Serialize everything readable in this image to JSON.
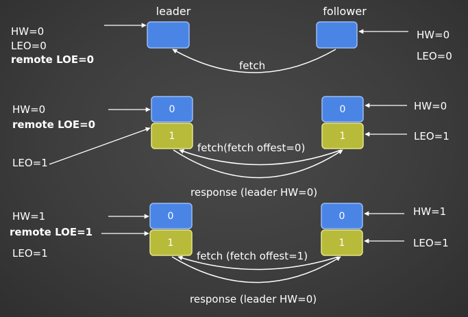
{
  "colors": {
    "blue": "#4a85e6",
    "blue_border": "#9bbcf2",
    "yellow": "#b8bb3a",
    "yellow_border": "#e4e68a",
    "line": "#ffffff"
  },
  "stage1": {
    "leader_title": "leader",
    "follower_title": "follower",
    "leader_hw": "HW=0",
    "leader_leo": "LEO=0",
    "leader_remote": "remote LOE=0",
    "follower_hw": "HW=0",
    "follower_leo": "LEO=0",
    "fetch": "fetch"
  },
  "stage2": {
    "leader_hw": "HW=0",
    "leader_remote": "remote LOE=0",
    "leader_leo": "LEO=1",
    "follower_hw": "HW=0",
    "follower_leo": "LEO=1",
    "box0": "0",
    "box1": "1",
    "fetch": "fetch(fetch offest=0)",
    "response": "response (leader HW=0)"
  },
  "stage3": {
    "leader_hw": "HW=1",
    "leader_remote": "remote LOE=1",
    "leader_leo": "LEO=1",
    "follower_hw": "HW=1",
    "follower_leo": "LEO=1",
    "box0": "0",
    "box1": "1",
    "fetch": "fetch (fetch offest=1)",
    "response": "response (leader HW=0)"
  }
}
